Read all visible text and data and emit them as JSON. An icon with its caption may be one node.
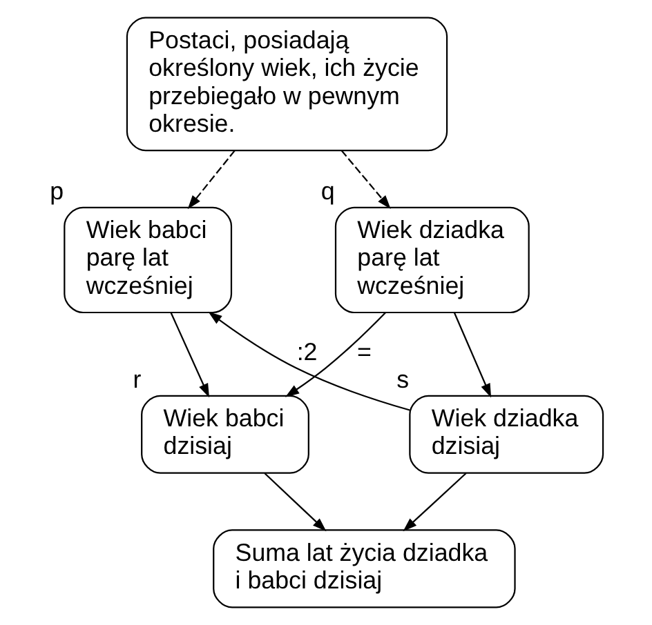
{
  "diagram": {
    "nodes": [
      {
        "text": [
          "Postaci, posiadają określony wiek, ich życie przebiegało w pewnym okresie."
        ]
      },
      {
        "text": [
          "Wiek babci parę lat wcześniej"
        ],
        "beside": [
          "p"
        ]
      },
      {
        "text": [
          "Wiek dziadka parę lat wcześniej"
        ],
        "beside": [
          "q"
        ]
      },
      {
        "text": [
          "Wiek babci dzisiaj"
        ],
        "beside": [
          "r"
        ]
      },
      {
        "text": [
          "Wiek dziadka dzisiaj"
        ],
        "beside": [
          "s"
        ]
      },
      {
        "text": [
          "Suma lat życia dziadka i babci dzisiaj"
        ]
      }
    ],
    "edges": [
      {
        "from": 0,
        "to": 1,
        "arrow": "to",
        "style": "dashed"
      },
      {
        "from": 0,
        "to": 2,
        "arrow": "to",
        "style": "dashed"
      },
      {
        "from": 1,
        "to": 3,
        "arrow": "to"
      },
      {
        "from": 2,
        "to": 4,
        "arrow": "to"
      },
      {
        "from": 2,
        "to": 3,
        "arrow": "to",
        "label": "="
      },
      {
        "from": 4,
        "to": 1,
        "arrow": "to",
        "label": ":2"
      },
      {
        "from": 3,
        "to": 5,
        "arrow": "to"
      },
      {
        "from": 4,
        "to": 5,
        "arrow": "to"
      }
    ]
  }
}
